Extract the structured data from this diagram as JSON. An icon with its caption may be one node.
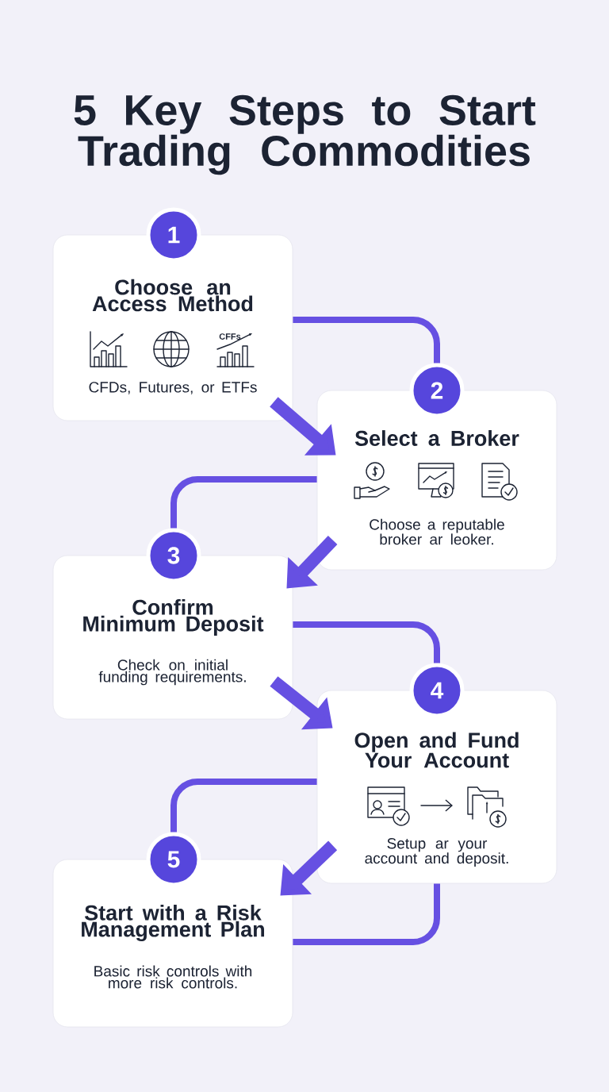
{
  "diagram": {
    "title": "5 Key Steps to Start Trading Commodities",
    "nodes": [
      {
        "text": [
          "1"
        ]
      },
      {
        "text": [
          "Choose an Access Method",
          "CFDs, Futures, or ETFs"
        ]
      },
      {
        "text": [
          "2"
        ]
      },
      {
        "text": [
          "Select a Broker",
          "Choose a reputable broker ar leoker."
        ]
      },
      {
        "text": [
          "3"
        ]
      },
      {
        "text": [
          "Confirm Minimum Deposit",
          "Check on initial funding requirements."
        ]
      },
      {
        "text": [
          "4"
        ]
      },
      {
        "text": [
          "Open and Fund Your Account",
          "Setup ar your account and deposit."
        ]
      },
      {
        "text": [
          "5"
        ]
      },
      {
        "text": [
          "Start with a Risk Management Plan",
          "Basic risk controls with more risk controls."
        ]
      }
    ],
    "edges": [
      {
        "from": 1,
        "to": 2,
        "arrow": "none"
      },
      {
        "from": 1,
        "to": 3,
        "arrow": "to",
        "style": "thick"
      },
      {
        "from": 3,
        "to": 4,
        "arrow": "none"
      },
      {
        "from": 3,
        "to": 5,
        "arrow": "to",
        "style": "thick"
      },
      {
        "from": 5,
        "to": 6,
        "arrow": "none"
      },
      {
        "from": 5,
        "to": 7,
        "arrow": "to",
        "style": "thick"
      },
      {
        "from": 7,
        "to": 8,
        "arrow": "none"
      },
      {
        "from": 7,
        "to": 9,
        "arrow": "to",
        "style": "thick"
      },
      {
        "from": 7,
        "to": 9,
        "arrow": "none"
      }
    ],
    "labels": [
      "CFFs"
    ]
  }
}
